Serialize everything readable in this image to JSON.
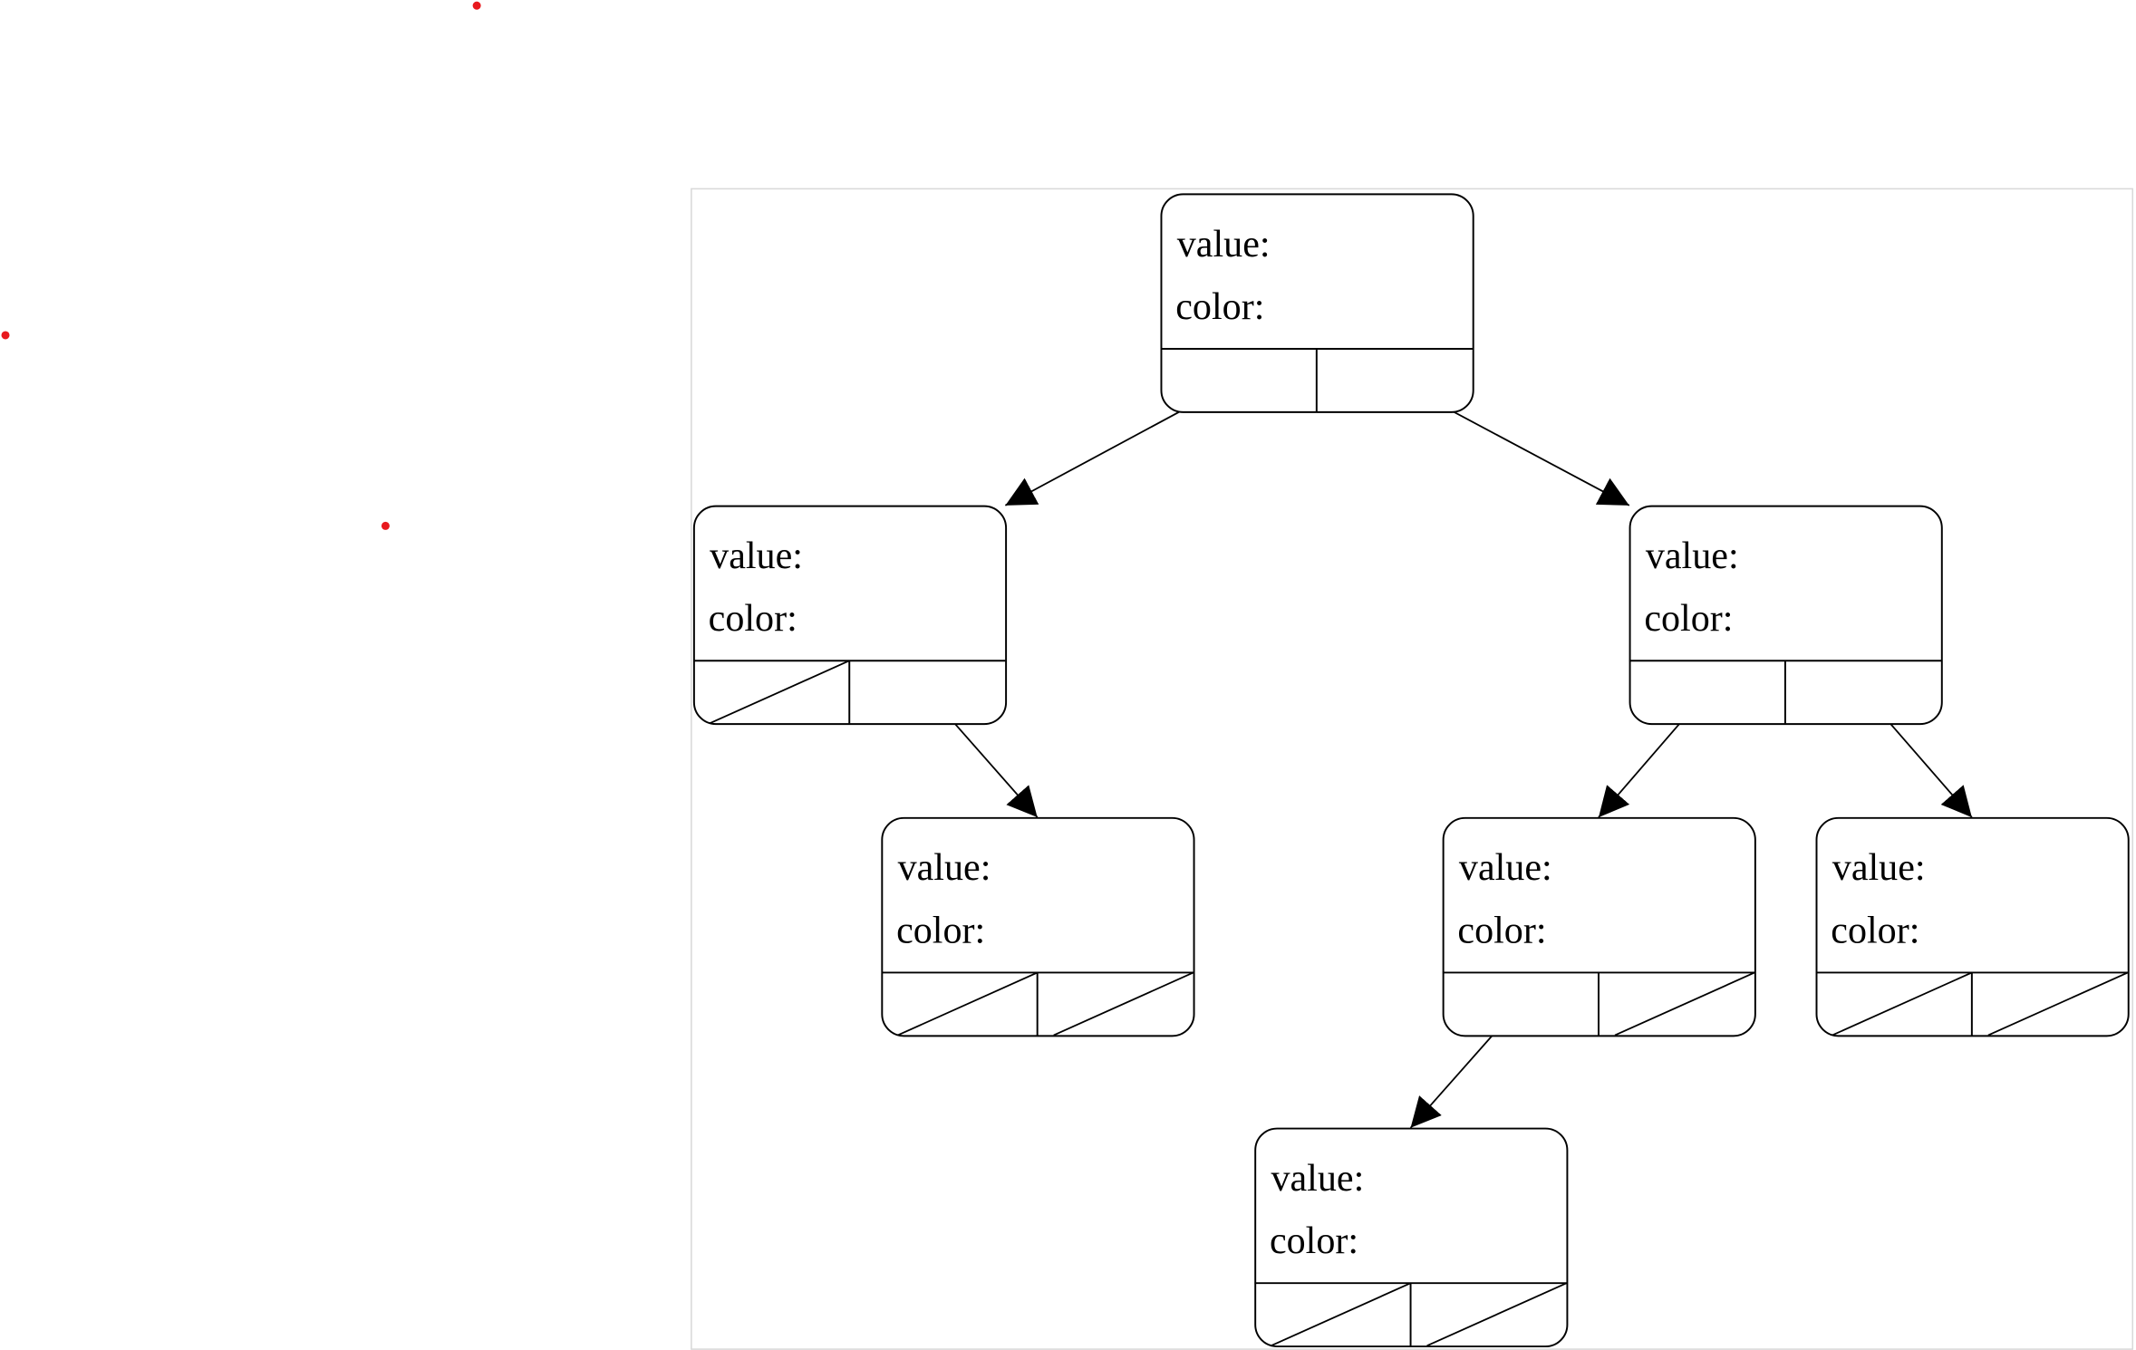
{
  "diagram": {
    "type": "binary-tree",
    "frame_border_color": "#d8d8d8",
    "line_color": "#000000",
    "marker_color": "#e8191e",
    "nodes": [
      {
        "id": "root",
        "value_label": "value:",
        "color_label": "color:",
        "left": "left",
        "right": "right"
      },
      {
        "id": "left",
        "value_label": "value:",
        "color_label": "color:",
        "left": null,
        "right": "left-right"
      },
      {
        "id": "right",
        "value_label": "value:",
        "color_label": "color:",
        "left": "right-left",
        "right": "right-right"
      },
      {
        "id": "left-right",
        "value_label": "value:",
        "color_label": "color:",
        "left": null,
        "right": null
      },
      {
        "id": "right-left",
        "value_label": "value:",
        "color_label": "color:",
        "left": "right-left-left",
        "right": null
      },
      {
        "id": "right-right",
        "value_label": "value:",
        "color_label": "color:",
        "left": null,
        "right": null
      },
      {
        "id": "right-left-left",
        "value_label": "value:",
        "color_label": "color:",
        "left": null,
        "right": null
      }
    ]
  }
}
